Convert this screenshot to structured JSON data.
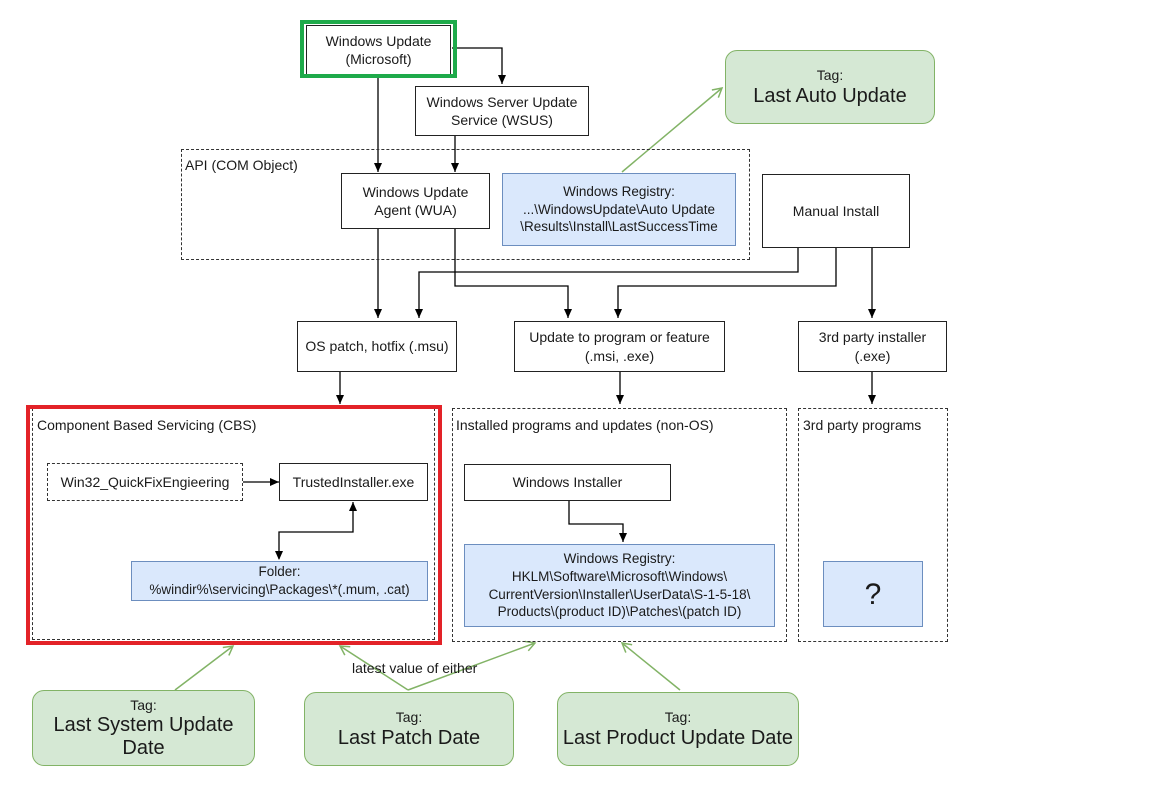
{
  "nodes": {
    "windows_update": {
      "line1": "Windows Update",
      "line2": "(Microsoft)"
    },
    "wsus": {
      "line1": "Windows Server Update",
      "line2": "Service (WSUS)"
    },
    "tag_auto": {
      "tag": "Tag:",
      "name": "Last Auto Update"
    },
    "api_group": {
      "label": "API (COM Object)"
    },
    "wua": {
      "line1": "Windows Update",
      "line2": "Agent (WUA)"
    },
    "reg_auto": {
      "line1": "Windows Registry:",
      "line2": "...\\WindowsUpdate\\Auto Update",
      "line3": "\\Results\\Install\\LastSuccessTime"
    },
    "manual": {
      "label": "Manual Install"
    },
    "os_patch": {
      "label": "OS patch, hotfix (.msu)"
    },
    "update_prog": {
      "line1": "Update to program or feature",
      "line2": "(.msi, .exe)"
    },
    "third_installer": {
      "line1": "3rd party installer",
      "line2": "(.exe)"
    },
    "cbs_group": {
      "label": "Component Based Servicing (CBS)"
    },
    "qfe": {
      "label": "Win32_QuickFixEngieering"
    },
    "trusted": {
      "label": "TrustedInstaller.exe"
    },
    "folder": {
      "line1": "Folder:",
      "line2": "%windir%\\servicing\\Packages\\*(.mum, .cat)"
    },
    "installed_group": {
      "label": "Installed programs and updates (non-OS)"
    },
    "win_installer": {
      "label": "Windows Installer"
    },
    "reg_prod": {
      "line1": "Windows Registry:",
      "line2": "HKLM\\Software\\Microsoft\\Windows\\",
      "line3": "CurrentVersion\\Installer\\UserData\\S-1-5-18\\",
      "line4": "Products\\(product ID)\\Patches\\(patch ID)"
    },
    "third_group": {
      "label": "3rd party programs"
    },
    "unknown": {
      "label": "?"
    },
    "tag_system": {
      "tag": "Tag:",
      "line1": "Last System Update",
      "line2": "Date"
    },
    "tag_patch": {
      "tag": "Tag:",
      "name": "Last Patch Date"
    },
    "tag_product": {
      "tag": "Tag:",
      "name": "Last Product Update Date"
    }
  },
  "annotations": {
    "either": "latest value of either"
  },
  "colors": {
    "highlight_green": "#1eaa4a",
    "highlight_red": "#e32228",
    "tag_fill": "#d5e8d4",
    "tag_stroke": "#82b366",
    "registry_fill": "#dae8fc",
    "registry_stroke": "#6c8ebf"
  }
}
